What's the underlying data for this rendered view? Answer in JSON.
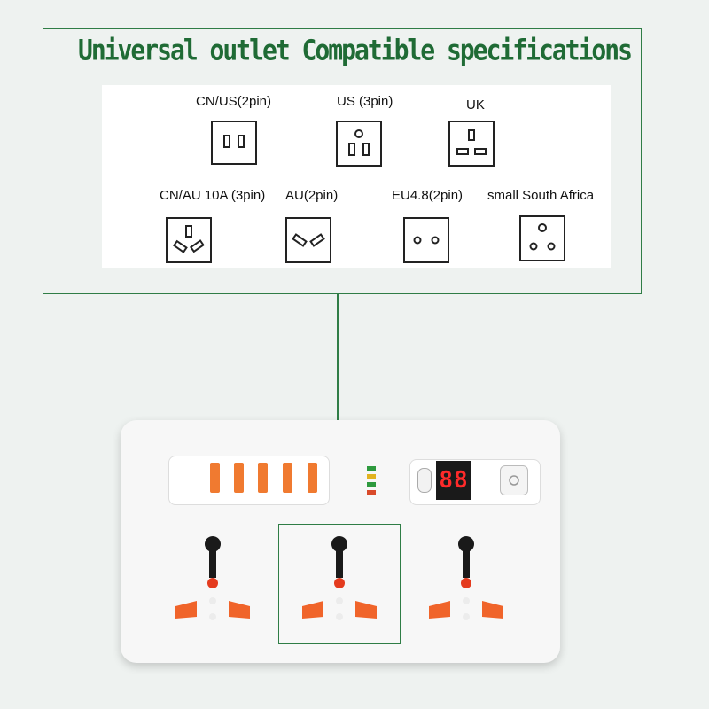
{
  "title": "Universal outlet Compatible specifications",
  "socket_types": [
    {
      "label": "CN/US(2pin)"
    },
    {
      "label": "US (3pin)"
    },
    {
      "label": "UK"
    },
    {
      "label": "CN/AU 10A (3pin)"
    },
    {
      "label": "AU(2pin)"
    },
    {
      "label": "EU4.8(2pin)"
    },
    {
      "label": "small South Africa"
    }
  ],
  "power_strip": {
    "display": "88",
    "usb_port_count": 5,
    "outlet_count": 3
  },
  "colors": {
    "accent_green": "#2f7d46",
    "usb_orange": "#f07a30",
    "display_red": "#ff2a2a"
  }
}
